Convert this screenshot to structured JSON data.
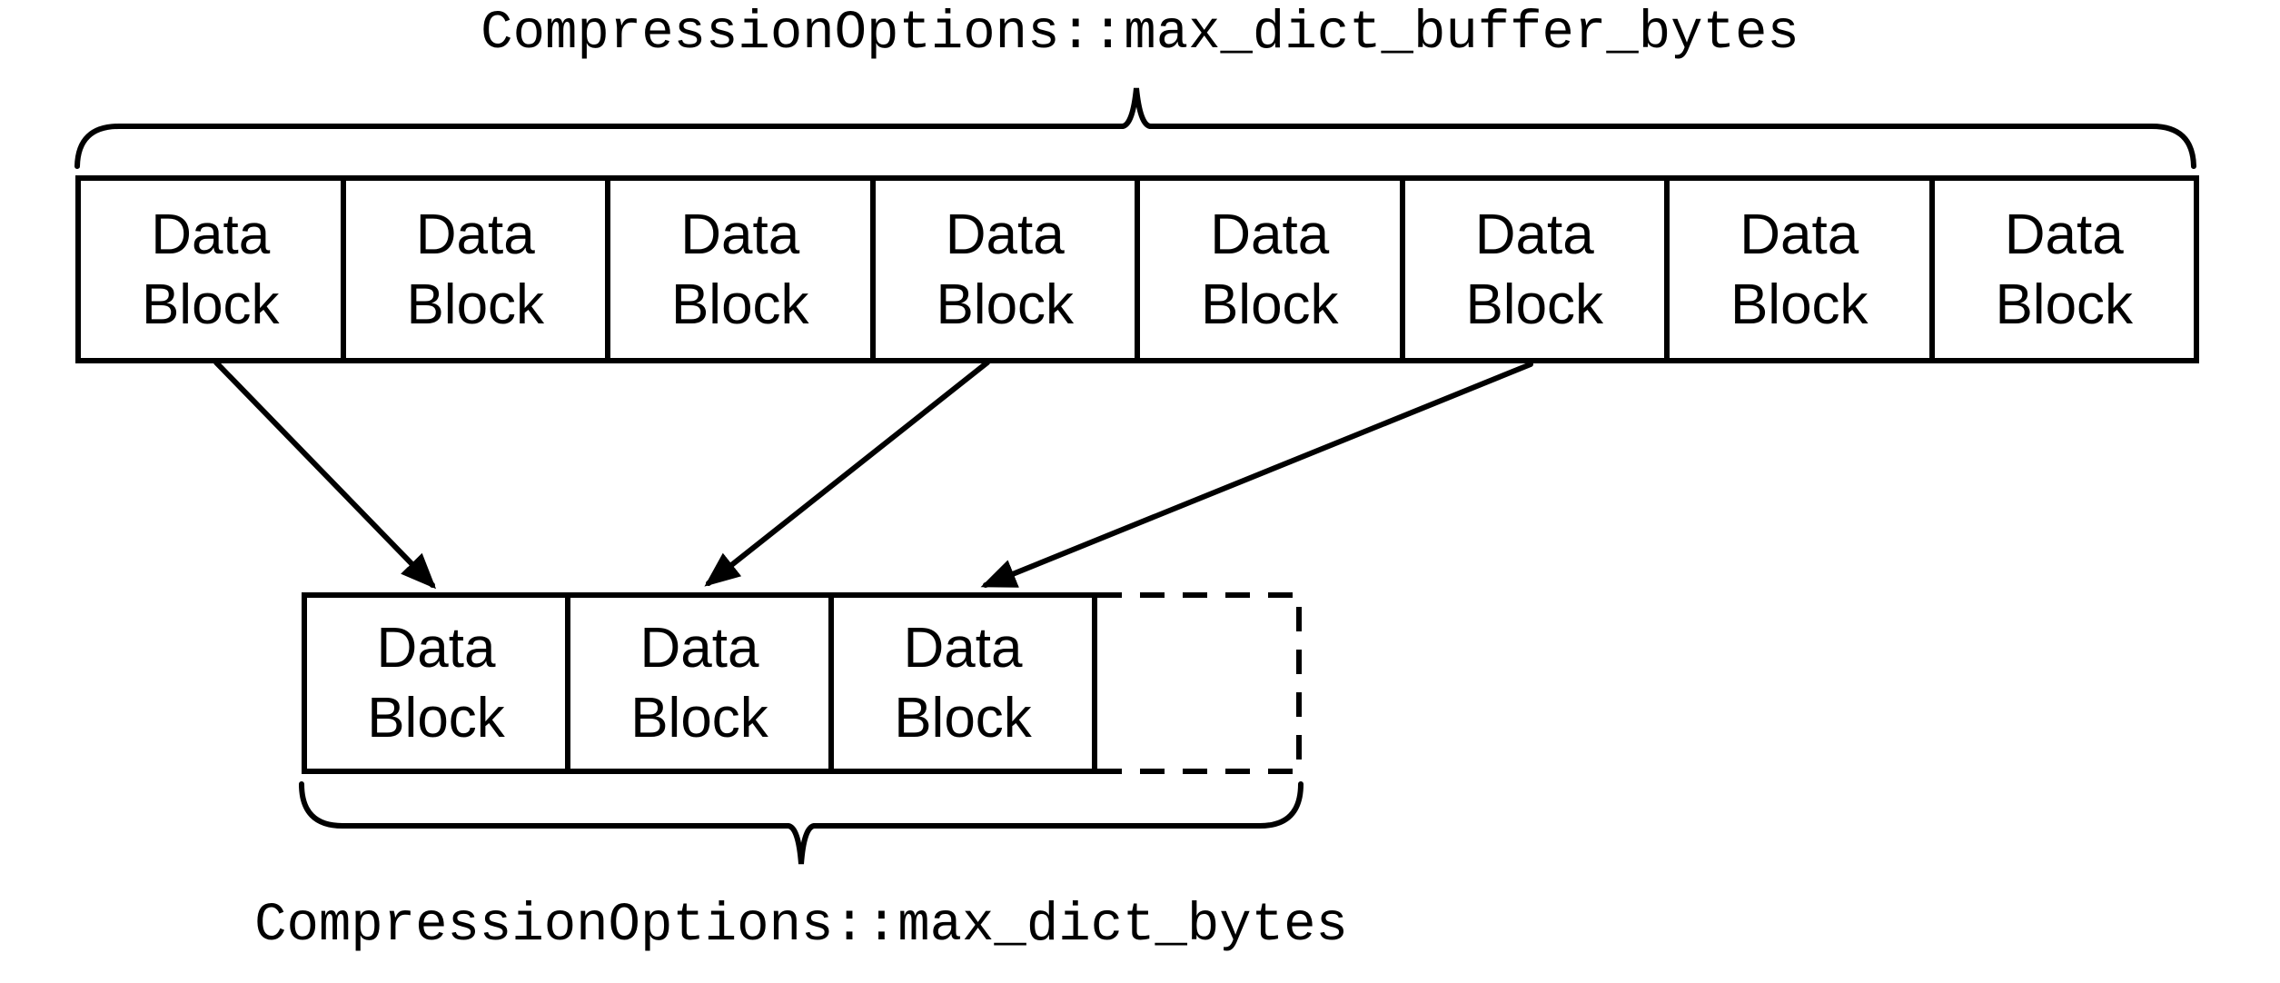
{
  "diagram": {
    "title_top": "CompressionOptions::max_dict_buffer_bytes",
    "title_bottom": "CompressionOptions::max_dict_bytes"
  },
  "top_row": {
    "blocks": [
      {
        "line1": "Data",
        "line2": "Block"
      },
      {
        "line1": "Data",
        "line2": "Block"
      },
      {
        "line1": "Data",
        "line2": "Block"
      },
      {
        "line1": "Data",
        "line2": "Block"
      },
      {
        "line1": "Data",
        "line2": "Block"
      },
      {
        "line1": "Data",
        "line2": "Block"
      },
      {
        "line1": "Data",
        "line2": "Block"
      },
      {
        "line1": "Data",
        "line2": "Block"
      }
    ]
  },
  "bottom_row": {
    "blocks": [
      {
        "line1": "Data",
        "line2": "Block"
      },
      {
        "line1": "Data",
        "line2": "Block"
      },
      {
        "line1": "Data",
        "line2": "Block"
      }
    ],
    "dashed_block": {
      "label": "",
      "border_style": "dashed"
    }
  },
  "arrows": [
    {
      "from_top_block": 1,
      "to_bottom_block": 1
    },
    {
      "from_top_block": 4,
      "to_bottom_block": 2
    },
    {
      "from_top_block": 6,
      "to_bottom_block": 3
    }
  ],
  "colors": {
    "foreground": "#000000",
    "background": "#ffffff"
  }
}
